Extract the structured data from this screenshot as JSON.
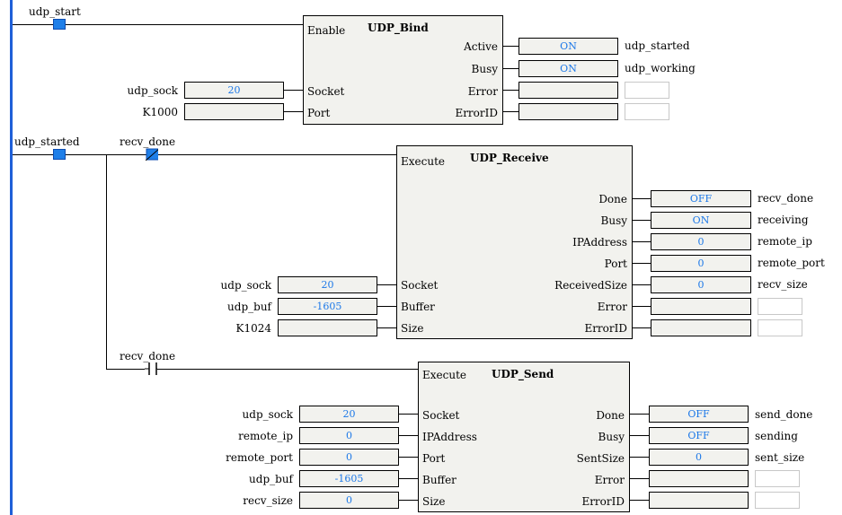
{
  "rung1": {
    "contact_udp_start": "udp_start",
    "fb": {
      "name": "UDP_Bind",
      "in_pins": [
        "Enable",
        "Socket",
        "Port"
      ],
      "out_pins": [
        "Active",
        "Busy",
        "Error",
        "ErrorID"
      ],
      "in_vars": [
        {
          "name": "udp_sock",
          "value": "20"
        },
        {
          "name": "K1000",
          "value": ""
        }
      ],
      "out_vals": [
        "ON",
        "ON",
        "",
        ""
      ],
      "out_vars": [
        "udp_started",
        "udp_working",
        "",
        ""
      ]
    }
  },
  "rung2": {
    "contact_udp_started": "udp_started",
    "contact_recv_done_nc": "recv_done",
    "fb": {
      "name": "UDP_Receive",
      "in_pins": [
        "Execute",
        "Socket",
        "Buffer",
        "Size"
      ],
      "out_pins": [
        "Done",
        "Busy",
        "IPAddress",
        "Port",
        "ReceivedSize",
        "Error",
        "ErrorID"
      ],
      "in_vars": [
        {
          "name": "udp_sock",
          "value": "20"
        },
        {
          "name": "udp_buf",
          "value": "-1605"
        },
        {
          "name": "K1024",
          "value": ""
        }
      ],
      "out_vals": [
        "OFF",
        "ON",
        "0",
        "0",
        "0",
        "",
        ""
      ],
      "out_vars": [
        "recv_done",
        "receiving",
        "remote_ip",
        "remote_port",
        "recv_size",
        "",
        ""
      ]
    }
  },
  "rung3": {
    "contact_recv_done_no": "recv_done",
    "fb": {
      "name": "UDP_Send",
      "in_pins": [
        "Execute",
        "Socket",
        "IPAddress",
        "Port",
        "Buffer",
        "Size"
      ],
      "out_pins": [
        "Done",
        "Busy",
        "SentSize",
        "Error",
        "ErrorID"
      ],
      "in_vars": [
        {
          "name": "udp_sock",
          "value": "20"
        },
        {
          "name": "remote_ip",
          "value": "0"
        },
        {
          "name": "remote_port",
          "value": "0"
        },
        {
          "name": "udp_buf",
          "value": "-1605"
        },
        {
          "name": "recv_size",
          "value": "0"
        }
      ],
      "out_vals": [
        "OFF",
        "OFF",
        "0",
        "",
        ""
      ],
      "out_vars": [
        "send_done",
        "sending",
        "sent_size",
        "",
        ""
      ]
    }
  },
  "colors": {
    "rail": "#1f5fd8",
    "value_text": "#1c78e8",
    "contact_on": "#1f7fe8",
    "block_bg": "#f2f2ee"
  }
}
